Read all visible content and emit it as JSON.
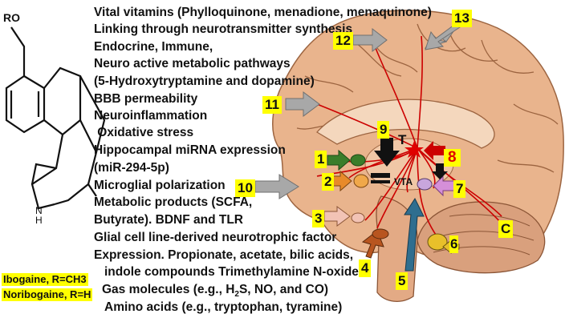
{
  "molecule": {
    "substituent": "RO",
    "atom_n": "N",
    "atom_h": "H",
    "captions": [
      "Ibogaine, R=CH3",
      "Noribogaine, R=H"
    ]
  },
  "factors": [
    "Vital vitamins (Phylloquinone, menadione, menaquinone)",
    "Linking through neurotransmitter synthesis",
    "Endocrine, Immune,",
    "Neuro active metabolic pathways",
    "(5-Hydroxytryptamine and dopamine)",
    "BBB permeability",
    "Neuroinflammation",
    " Oxidative stress",
    "Hippocampal miRNA expression",
    "(miR-294-5p)",
    "Microglial polarization",
    "Metabolic products (SCFA,",
    "Butyrate). BDNF and TLR",
    "Glial cell line-derived neurotrophic factor",
    "Expression. Propionate, acetate, bilic acids,",
    "indole compounds Trimethylamine N-oxide"
  ],
  "gas_line": {
    "prefix": "Gas molecules (e.g., H",
    "sub": "2",
    "suffix": "S, NO, and CO)"
  },
  "amino_line": "Amino acids (e.g., tryptophan, tyramine)",
  "brain_labels": {
    "n1": "1",
    "n2": "2",
    "n3": "3",
    "n4": "4",
    "n5": "5",
    "n6": "6",
    "n7": "7",
    "n8": "8",
    "n9": "9",
    "n10": "10",
    "n11": "11",
    "n12": "12",
    "n13": "13",
    "T": "T",
    "VTA": "VTA",
    "C": "C"
  },
  "colors": {
    "badge": "#ffff00",
    "pathway": "#cc0000",
    "brain": "#e9b48d",
    "cerebellum": "#d9a07d",
    "gray_arrow": "#9a9a9a",
    "green": "#3a7d2a",
    "orange": "#e88a2a",
    "pink": "#e8a7a0",
    "blue": "#2f6e8f",
    "brown": "#b8551f",
    "lilac": "#c8a6dd",
    "gold": "#e8c02a"
  },
  "icons": [
    "gray-arrow-icon",
    "black-arrow-icon",
    "red-star-icon"
  ]
}
